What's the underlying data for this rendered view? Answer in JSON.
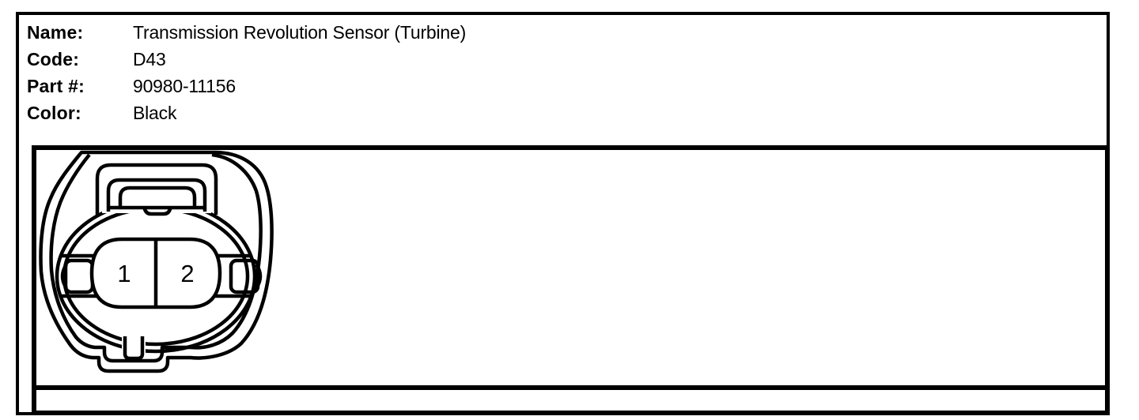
{
  "colors": {
    "ink": "#000000",
    "paper": "#ffffff"
  },
  "info": {
    "rows": [
      {
        "label": "Name:",
        "value": "Transmission Revolution Sensor (Turbine)"
      },
      {
        "label": "Code:",
        "value": "D43"
      },
      {
        "label": "Part #:",
        "value": "90980-11156"
      },
      {
        "label": "Color:",
        "value": "Black"
      }
    ]
  },
  "connector": {
    "pins": [
      "1",
      "2"
    ]
  }
}
